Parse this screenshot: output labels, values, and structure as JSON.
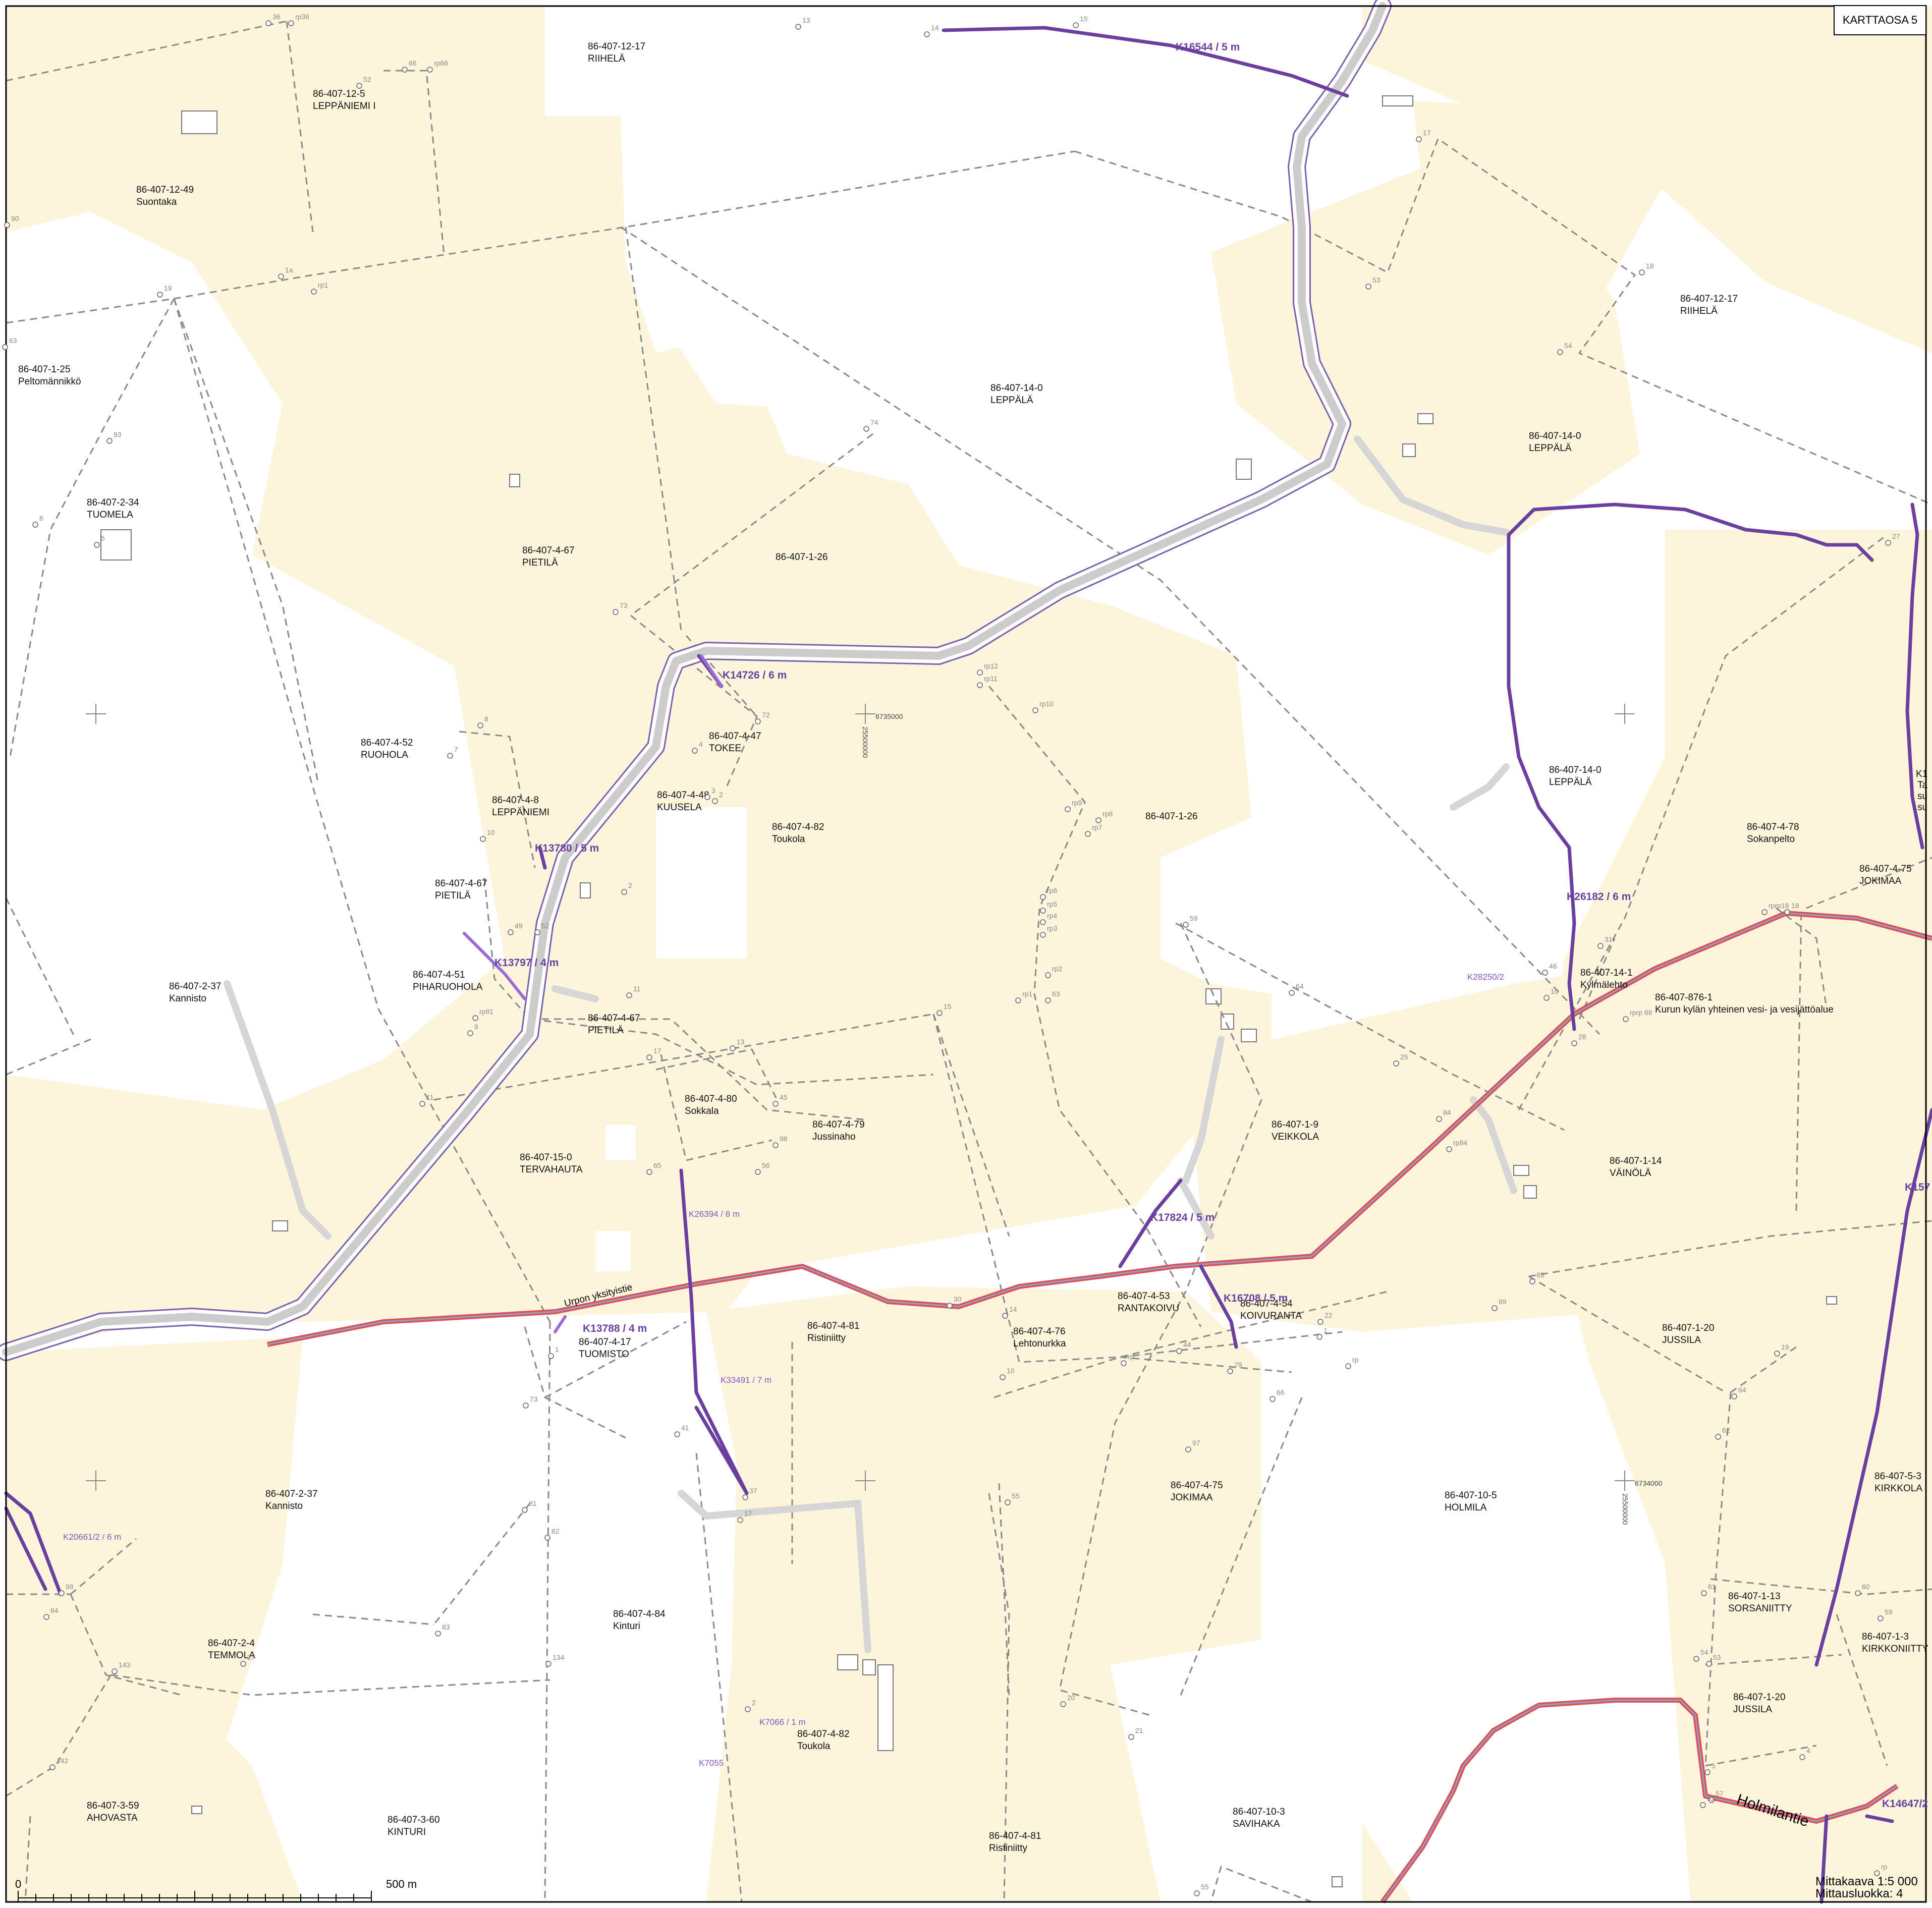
{
  "sheet_title": "KARTTAOSA 5",
  "scale_text": "Mittakaava 1:5 000",
  "class_text": "Mittausluokka: 4",
  "scalebar": {
    "start": "0",
    "end": "500 m"
  },
  "colors": {
    "field": "#fdf4dc",
    "route": "#6a3fa0",
    "road_fill": "#cccccc",
    "road_outline": "#7c5fae",
    "water_pipe": "#e05050",
    "boundary": "#8a8a8a",
    "private_road": "#d6d6d6"
  },
  "road_names": {
    "holmilantie": "Holmilantie",
    "urpon": "Urpon yksityistie"
  },
  "parcels": [
    {
      "id": "86-407-12-17",
      "name": "RIIHELÄ"
    },
    {
      "id": "86-407-12-5",
      "name": "LEPPÄNIEMI I"
    },
    {
      "id": "86-407-12-49",
      "name": "Suontaka"
    },
    {
      "id": "86-407-12-17",
      "name": "RIIHELÄ"
    },
    {
      "id": "86-407-1-25",
      "name": "Peltomännikkö"
    },
    {
      "id": "86-407-14-0",
      "name": "LEPPÄLÄ"
    },
    {
      "id": "86-407-14-0",
      "name": "LEPPÄLÄ"
    },
    {
      "id": "86-407-2-34",
      "name": "TUOMELA"
    },
    {
      "id": "86-407-4-67",
      "name": "PIETILÄ"
    },
    {
      "id": "86-407-1-26",
      "name": ""
    },
    {
      "id": "86-407-4-52",
      "name": "RUOHOLA"
    },
    {
      "id": "86-407-4-47",
      "name": "TOKEE"
    },
    {
      "id": "86-407-4-48",
      "name": "KUUSELA"
    },
    {
      "id": "86-407-4-8",
      "name": "LEPPÄNIEMI"
    },
    {
      "id": "86-407-4-82",
      "name": "Toukola"
    },
    {
      "id": "86-407-1-26",
      "name": ""
    },
    {
      "id": "86-407-14-0",
      "name": "LEPPÄLÄ"
    },
    {
      "id": "86-407-4-78",
      "name": "Sokanpelto"
    },
    {
      "id": "86-407-4-75",
      "name": "JOKIMAA"
    },
    {
      "id": "86-407-4-67",
      "name": "PIETILÄ"
    },
    {
      "id": "86-407-2-37",
      "name": "Kannisto"
    },
    {
      "id": "86-407-4-51",
      "name": "PIHARUOHOLA"
    },
    {
      "id": "86-407-4-67",
      "name": "PIETILÄ"
    },
    {
      "id": "86-407-14-1",
      "name": "Kylmälehto"
    },
    {
      "id": "86-407-876-1",
      "name": "Kurun kylän yhteinen vesi- ja vesijättöalue"
    },
    {
      "id": "86-407-4-80",
      "name": "Sokkala"
    },
    {
      "id": "86-407-4-79",
      "name": "Jussinaho"
    },
    {
      "id": "86-407-15-0",
      "name": "TERVAHAUTA"
    },
    {
      "id": "86-407-1-9",
      "name": "VEIKKOLA"
    },
    {
      "id": "86-407-1-14",
      "name": "VÄINÖLÄ"
    },
    {
      "id": "86-407-4-81",
      "name": "Ristiniitty"
    },
    {
      "id": "86-407-4-76",
      "name": "Lehtonurkka"
    },
    {
      "id": "86-407-4-53",
      "name": "RANTAKOIVU"
    },
    {
      "id": "86-407-4-54",
      "name": "KOIVURANTA"
    },
    {
      "id": "86-407-4-17",
      "name": "TUOMISTO"
    },
    {
      "id": "86-407-1-20",
      "name": "JUSSILA"
    },
    {
      "id": "86-407-2-37",
      "name": "Kannisto"
    },
    {
      "id": "86-407-4-75",
      "name": "JOKIMAA"
    },
    {
      "id": "86-407-10-5",
      "name": "HOLMILA"
    },
    {
      "id": "86-407-5-3",
      "name": "KIRKKOLA"
    },
    {
      "id": "86-407-4-84",
      "name": "Kinturi"
    },
    {
      "id": "86-407-2-4",
      "name": "TEMMOLA"
    },
    {
      "id": "86-407-1-13",
      "name": "SORSANIITTY"
    },
    {
      "id": "86-407-1-3",
      "name": "KIRKKONIITTY"
    },
    {
      "id": "86-407-4-82",
      "name": "Toukola"
    },
    {
      "id": "86-407-1-20",
      "name": "JUSSILA"
    },
    {
      "id": "86-407-3-59",
      "name": "AHOVASTA"
    },
    {
      "id": "86-407-3-60",
      "name": "KINTURI"
    },
    {
      "id": "86-407-4-81",
      "name": "Ristiniitty"
    },
    {
      "id": "86-407-10-3",
      "name": "SAVIHAKA"
    }
  ],
  "route_labels": [
    "K16544 / 5 m",
    "K14726 / 6 m",
    "K13780 / 5 m",
    "K13797 / 4 m",
    "K26182 / 6 m",
    "K17824 / 5 m",
    "K16708 / 5 m",
    "K13788 / 4 m"
  ],
  "route_labels_small": [
    "K28250/2",
    "K26394 / 8 m",
    "K33491 / 7 m",
    "K20661/2 / 6 m",
    "K7066 / 1 m",
    "K7055"
  ],
  "edge_labels": [
    "K14647/2",
    "K157",
    "K1",
    "Ta",
    "su",
    "su"
  ],
  "grid_labels": [
    "6735000",
    "25500000",
    "6734000",
    "25500000"
  ],
  "points": [
    "36",
    "rp36",
    "13",
    "14",
    "15",
    "66",
    "rp66",
    "52",
    "17",
    "53",
    "18",
    "54",
    "90",
    "1a",
    "rp1",
    "19",
    "63",
    "93",
    "74",
    "6",
    "5",
    "73",
    "27",
    "rp12",
    "rp11",
    "rp10",
    "72",
    "8",
    "7",
    "4",
    "3",
    "2",
    "10",
    "rp9",
    "rp8",
    "rp7",
    "rp6",
    "rp5",
    "rp4",
    "rp3",
    "rp2",
    "rp1",
    "63",
    "59",
    "64",
    "49",
    "52",
    "2",
    "11",
    "15",
    "13",
    "17",
    "45",
    "98",
    "56",
    "65",
    "25",
    "84",
    "rp84",
    "31",
    "46",
    "10",
    "28",
    "rprp18",
    "18",
    "rprp 88",
    "9",
    "rp81",
    "11",
    "1",
    "73",
    "81",
    "82",
    "83",
    "84",
    "99",
    "143",
    "27",
    "134",
    "142",
    "41",
    "37",
    "17",
    "55",
    "2",
    "14",
    "30",
    "10",
    "rp",
    "44",
    "79",
    "97",
    "20",
    "21",
    "22",
    "1",
    "rp",
    "66",
    "69",
    "63",
    "19",
    "64",
    "62",
    "61",
    "60",
    "59",
    "54",
    "53",
    "4",
    "5",
    "57",
    "82",
    "rp",
    "55",
    "3"
  ]
}
